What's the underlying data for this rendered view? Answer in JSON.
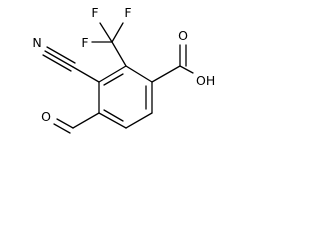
{
  "molecule": {
    "atoms": {
      "f_top_left": "F",
      "f_top_right": "F",
      "f_left": "F",
      "nitrogen": "N",
      "carboxyl_oxygen": "O",
      "hydroxyl": "OH",
      "aldehyde_oxygen": "O"
    }
  },
  "colors": {
    "bond": "#000000",
    "label": "#000000",
    "background": "#ffffff"
  }
}
